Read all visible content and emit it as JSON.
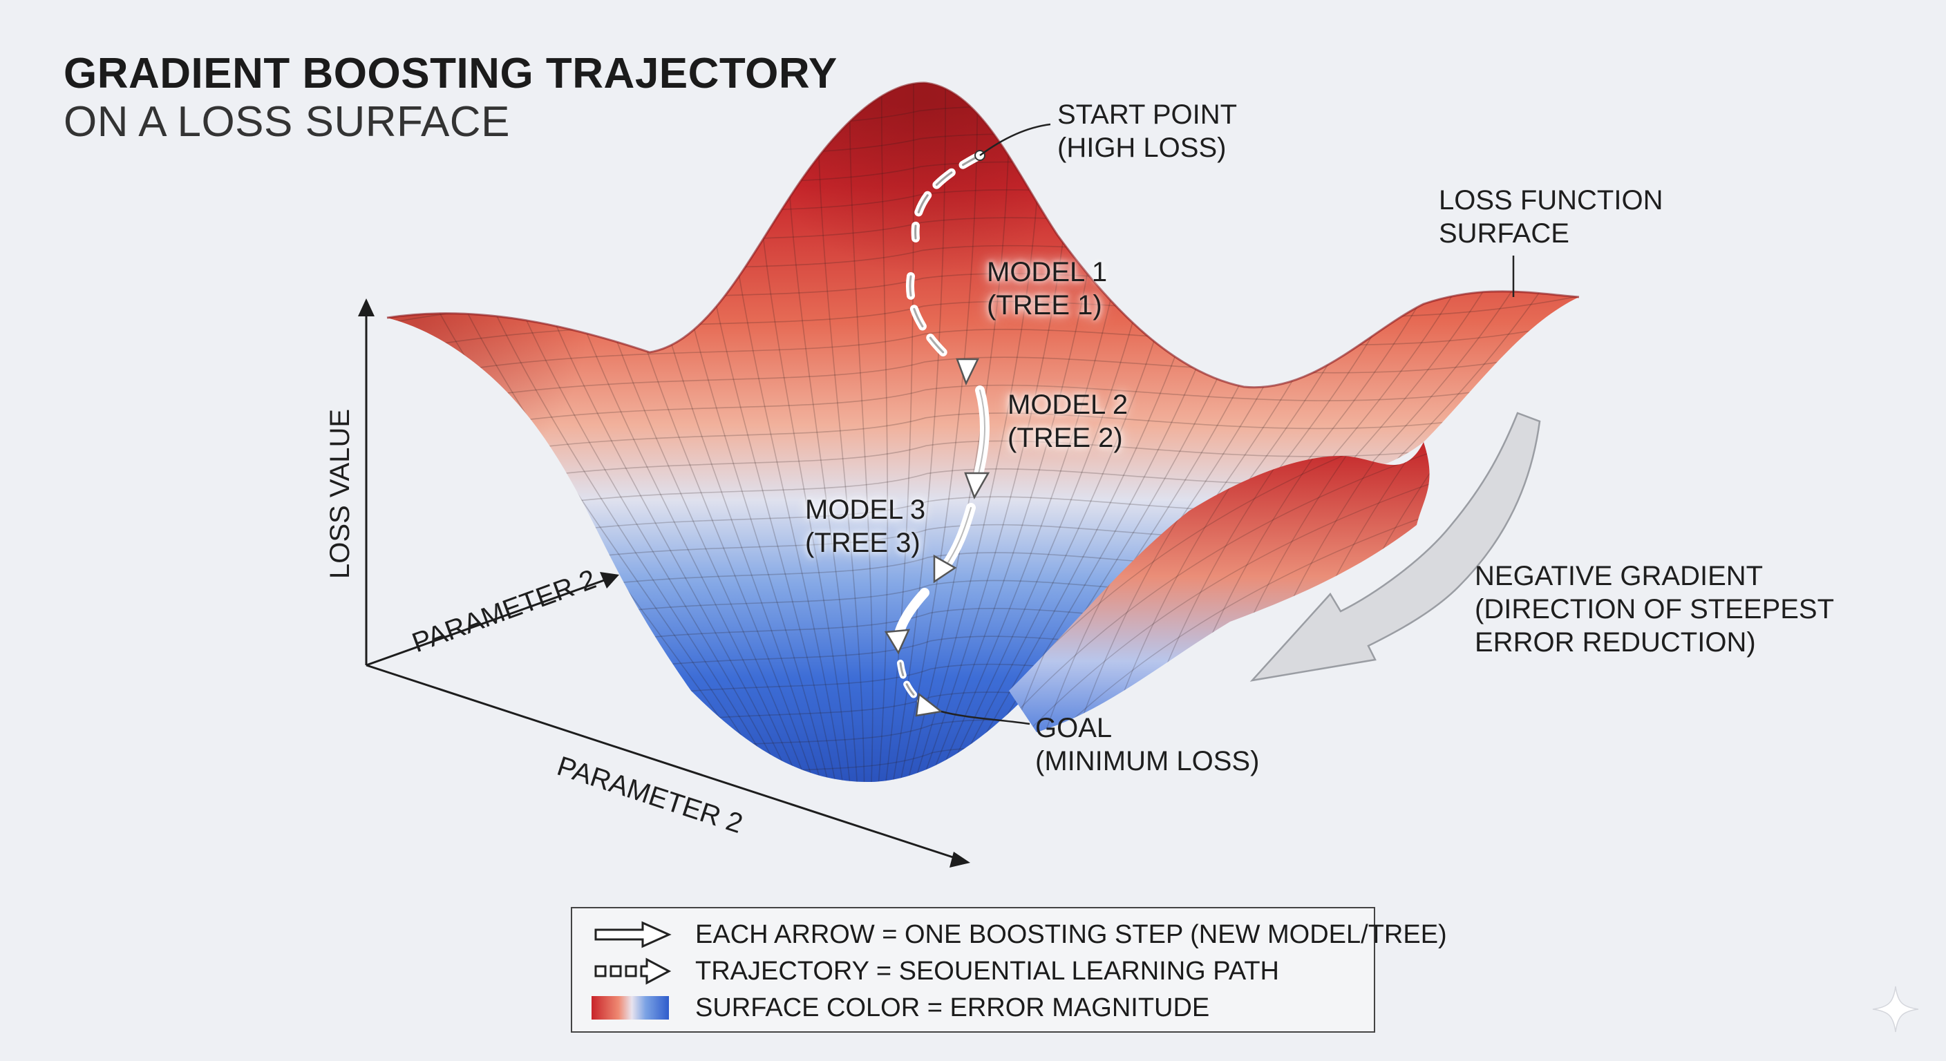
{
  "title": {
    "line1": "GRADIENT BOOSTING TRAJECTORY",
    "line2": "ON A LOSS SURFACE"
  },
  "axes": {
    "vertical": "LOSS VALUE",
    "depth": "PARAMETER 2",
    "horizontal": "PARAMETER 2"
  },
  "annotations": {
    "start": [
      "START POINT",
      "(HIGH LOSS)"
    ],
    "model1": [
      "MODEL 1",
      "(TREE 1)"
    ],
    "model2": [
      "MODEL 2",
      "(TREE 2)"
    ],
    "model3": [
      "MODEL 3",
      "(TREE 3)"
    ],
    "goal": [
      "GOAL",
      "(MINIMUM LOSS)"
    ],
    "surface": [
      "LOSS FUNCTION",
      "SURFACE"
    ],
    "gradient": [
      "NEGATIVE GRADIENT",
      "(DIRECTION OF STEEPEST",
      "ERROR REDUCTION)"
    ]
  },
  "legend": {
    "items": [
      {
        "symbol": "hollow-arrow",
        "label": "EACH ARROW = ONE BOOSTING STEP (NEW MODEL/TREE)"
      },
      {
        "symbol": "dashed-arrow",
        "label": "TRAJECTORY = SEOUENTIAL LEARNING PATH"
      },
      {
        "symbol": "gradient-swatch",
        "label": "SURFACE COLOR = ERROR MAGNITUDE"
      }
    ]
  },
  "colors": {
    "high_error": "#c8242a",
    "low_error": "#2e5ccc",
    "background": "#eef0f4"
  },
  "icons": [
    "sparkle-icon"
  ]
}
